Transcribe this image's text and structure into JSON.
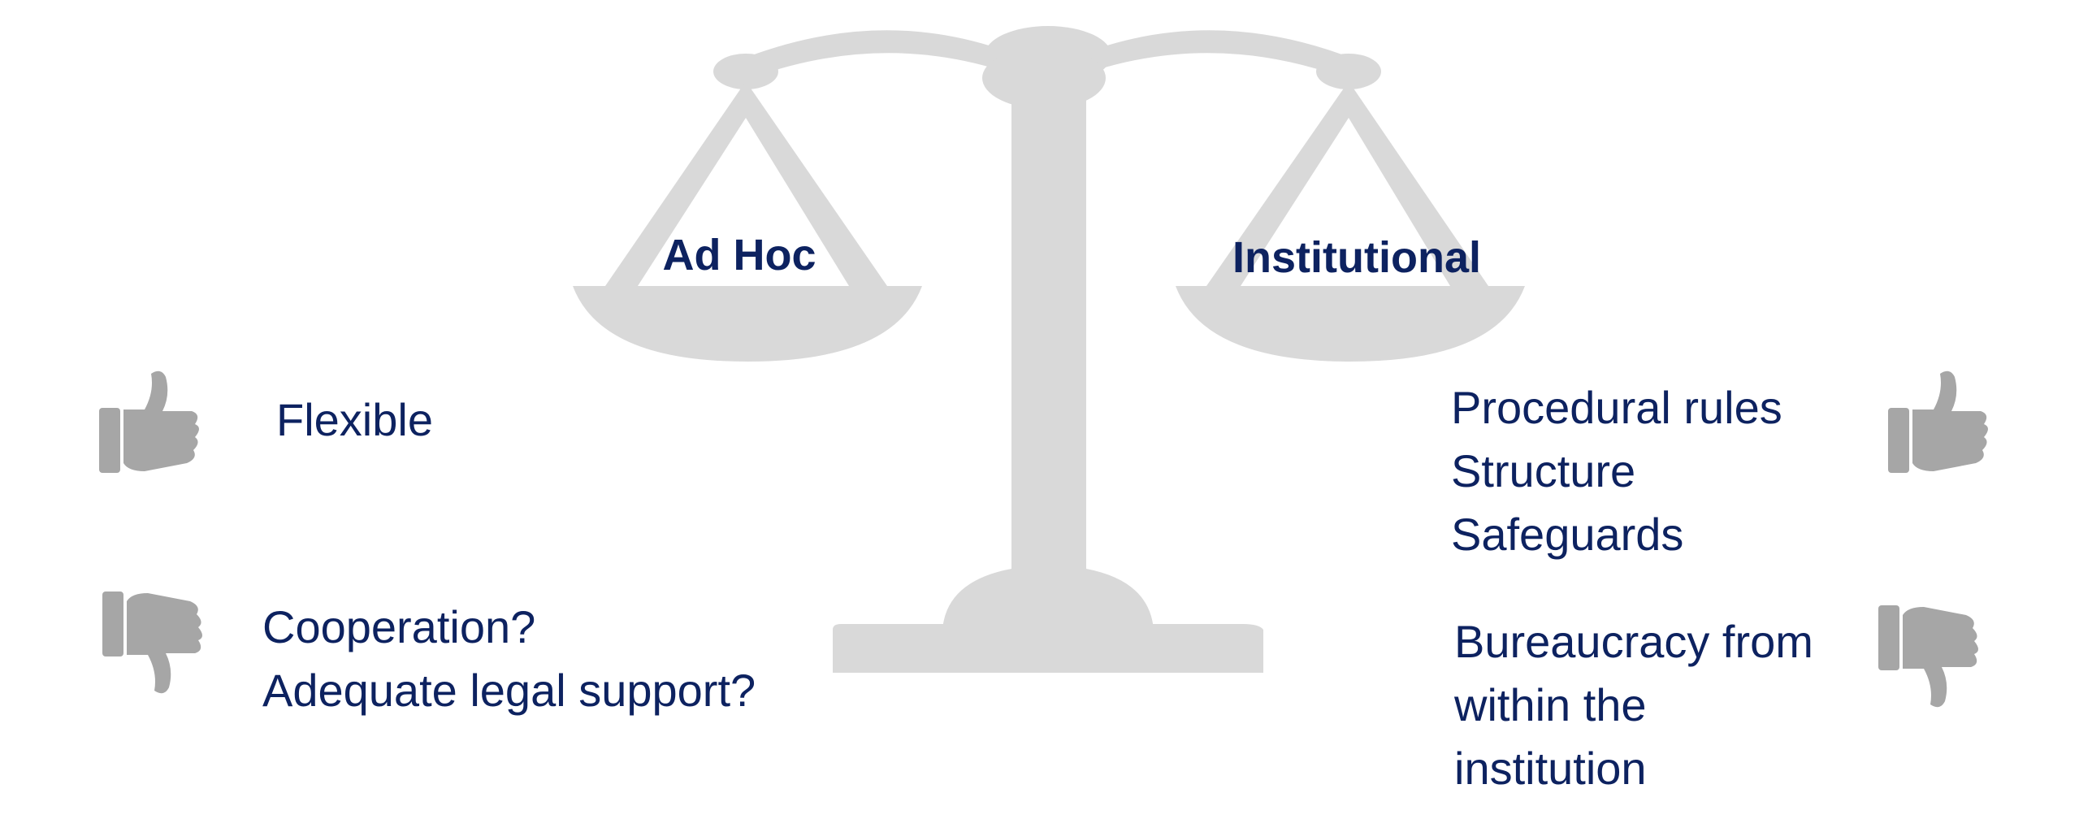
{
  "diagram": {
    "left_side": {
      "title": "Ad Hoc",
      "pros": [
        "Flexible"
      ],
      "cons": [
        "Cooperation?",
        "Adequate legal support?"
      ]
    },
    "right_side": {
      "title": "Institutional",
      "pros": [
        "Procedural rules",
        "Structure",
        "Safeguards"
      ],
      "cons": [
        "Bureaucracy from",
        "within the",
        "institution"
      ]
    },
    "icons": {
      "scale": "balance-scale-icon",
      "pro": "thumbs-up-icon",
      "con": "thumbs-down-icon"
    },
    "colors": {
      "text": "#0d2260",
      "scale": "#d9d9d9",
      "icon": "#a6a6a6"
    }
  }
}
